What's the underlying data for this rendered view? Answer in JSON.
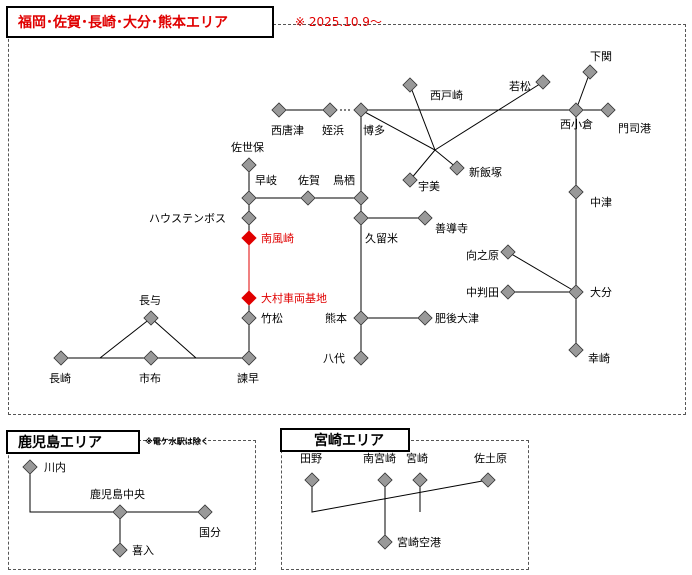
{
  "main_area": {
    "title": "福岡･佐賀･長崎･大分･熊本エリア",
    "date_note": "※ 2025.10.9～"
  },
  "kagoshima_area": {
    "title": "鹿児島エリア",
    "note": "※電ケ水駅は除く"
  },
  "miyazaki_area": {
    "title": "宮崎エリア"
  },
  "colors": {
    "normal_station": "#999999",
    "new_station": "#e00000",
    "line": "#000000",
    "new_line": "#e00000"
  },
  "stations": {
    "shimonoseki": "下関",
    "mojiko": "門司港",
    "kokura": "西小倉",
    "wakamatsu": "若松",
    "nishitozaki": "西戸崎",
    "hakata": "博多",
    "meinohama": "姪浜",
    "nishikaratsu": "西唐津",
    "shiniizuka": "新飯塚",
    "umi": "宇美",
    "nakatsu": "中津",
    "mukainoharu": "向之原",
    "nakahanda": "中判田",
    "oita": "大分",
    "saiki": "幸崎",
    "sasebo": "佐世保",
    "haiki": "早岐",
    "saga": "佐賀",
    "tosu": "鳥栖",
    "huistenbosch": "ハウステンボス",
    "haenosaki": "南風崎",
    "omura": "大村車両基地",
    "takematsu": "竹松",
    "isahaya": "諫早",
    "nagayo": "長与",
    "nagasaki": "長崎",
    "ichinuno": "市布",
    "kurume": "久留米",
    "zendoji": "善導寺",
    "kumamoto": "熊本",
    "higoozu": "肥後大津",
    "yatsushiro": "八代",
    "sendai": "川内",
    "kagoshimachuo": "鹿児島中央",
    "kokubu": "国分",
    "kiire": "喜入",
    "tano": "田野",
    "minamimiyazaki": "南宮崎",
    "miyazaki": "宮崎",
    "sadowara": "佐土原",
    "miyazakikuko": "宮崎空港"
  },
  "new_stations": [
    "haenosaki",
    "omura"
  ]
}
